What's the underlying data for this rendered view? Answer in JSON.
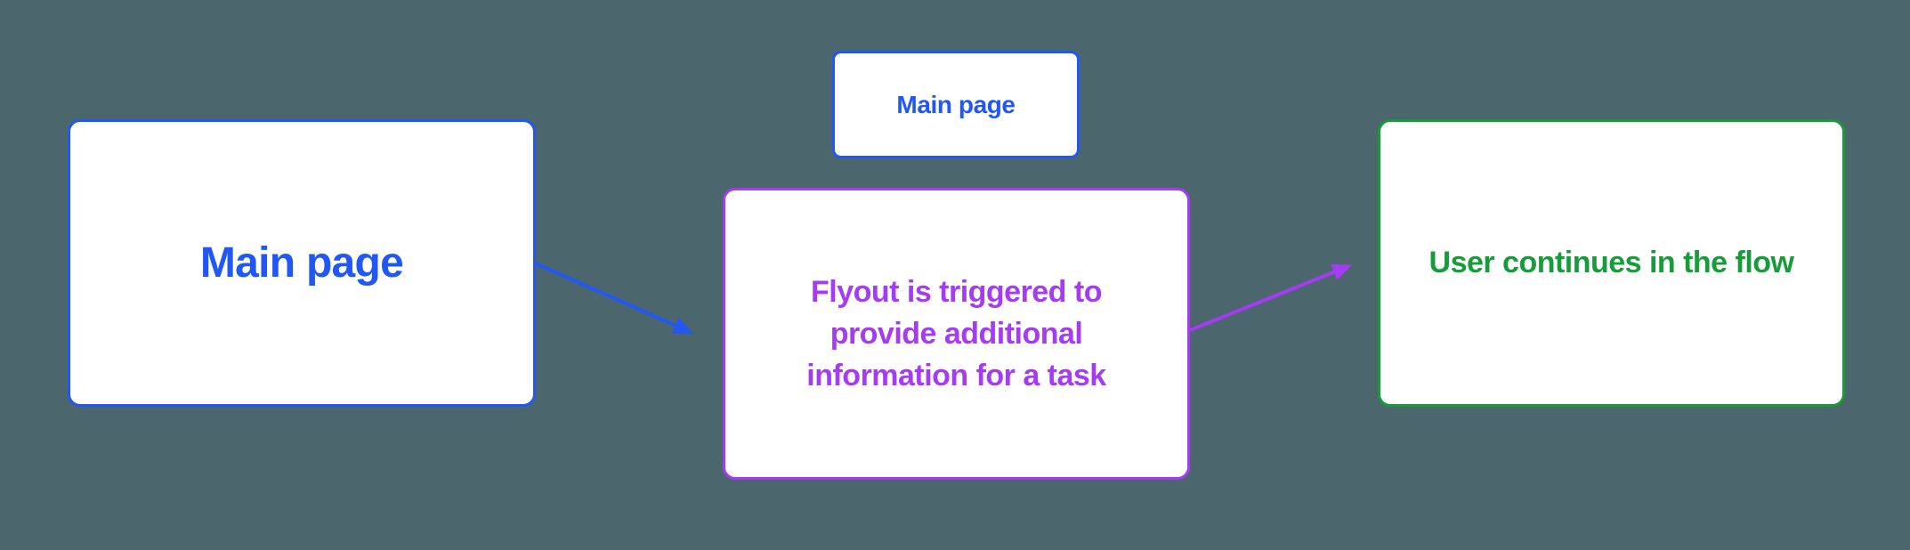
{
  "colors": {
    "background": "#4C666E",
    "blue": "#2158F5",
    "purple": "#A53BF2",
    "green": "#179C3A",
    "node_fill": "#FFFFFF"
  },
  "nodes": {
    "main_page": {
      "label": "Main page"
    },
    "main_page_small": {
      "label": "Main page"
    },
    "flyout": {
      "lines": [
        "Flyout is triggered to",
        "provide additional",
        "information for a task"
      ]
    },
    "continue": {
      "label": "User continues in the flow"
    }
  },
  "connectors": [
    {
      "from": "Main page",
      "to": "Flyout is triggered to provide additional information for a task",
      "color": "#2158F5"
    },
    {
      "from": "Flyout is triggered to provide additional information for a task",
      "to": "User continues in the flow",
      "color": "#A53BF2"
    }
  ]
}
